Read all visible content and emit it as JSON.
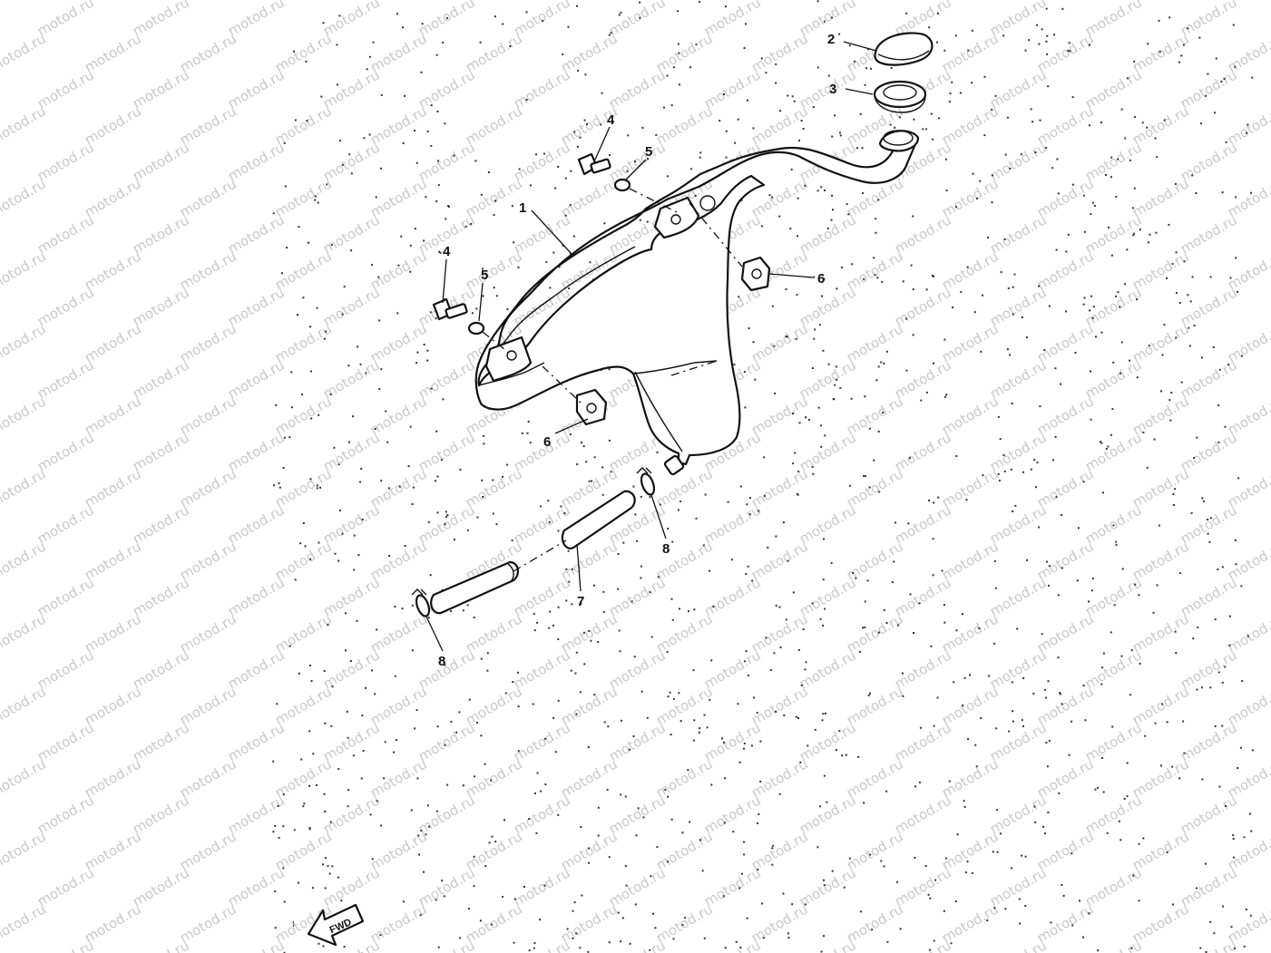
{
  "watermark": {
    "text": "motod.ru",
    "color": "#c8c8c8"
  },
  "direction_arrow": {
    "label": "FWD"
  },
  "callouts": [
    {
      "id": "c1",
      "number": "1",
      "part": "oil-tank"
    },
    {
      "id": "c2",
      "number": "2",
      "part": "cap"
    },
    {
      "id": "c3",
      "number": "3",
      "part": "grommet"
    },
    {
      "id": "c4a",
      "number": "4",
      "part": "bolt"
    },
    {
      "id": "c4b",
      "number": "4",
      "part": "bolt"
    },
    {
      "id": "c5a",
      "number": "5",
      "part": "washer"
    },
    {
      "id": "c5b",
      "number": "5",
      "part": "washer"
    },
    {
      "id": "c6a",
      "number": "6",
      "part": "nut"
    },
    {
      "id": "c6b",
      "number": "6",
      "part": "nut"
    },
    {
      "id": "c7",
      "number": "7",
      "part": "hose"
    },
    {
      "id": "c8a",
      "number": "8",
      "part": "clip"
    },
    {
      "id": "c8b",
      "number": "8",
      "part": "clip"
    }
  ],
  "colors": {
    "line": "#111111",
    "background": "#ffffff"
  }
}
